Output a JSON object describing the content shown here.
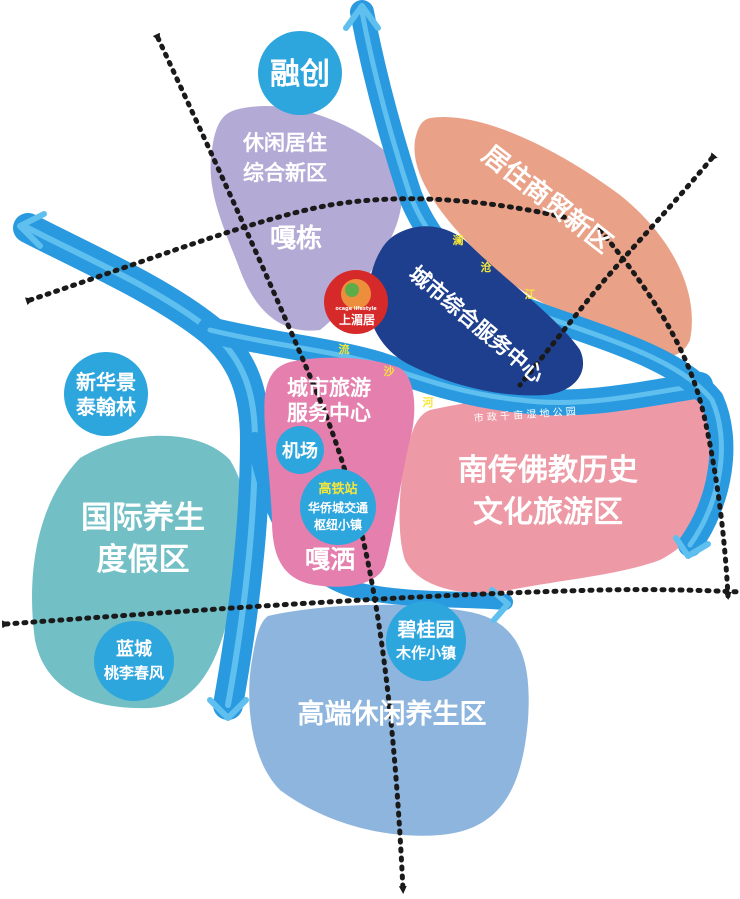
{
  "colors": {
    "river": "#2a9ae0",
    "river_light": "#5fc0ef",
    "purple_zone": "#b3aad6",
    "salmon_zone": "#e9a288",
    "navy_zone": "#1d3f8e",
    "pink_zone": "#e47fae",
    "rose_zone": "#ee9aa6",
    "teal_zone": "#72bfc6",
    "lightblue_zone": "#8db5de",
    "marker_blue": "#2da5dd",
    "marker_red": "#d62a2a",
    "road_dotted": "#1a1a1a",
    "label_white": "#ffffff",
    "label_yellow": "#f5e63a"
  },
  "markers": {
    "rongchuang": "融创",
    "xinhuajing_line1": "新华景",
    "xinhuajing_line2": "泰翰林",
    "airport": "机场",
    "hsr_line1": "高铁站",
    "hsr_line2": "华侨城交通",
    "hsr_line3": "枢纽小镇",
    "lancheng_line1": "蓝城",
    "lancheng_line2": "桃李春风",
    "biguiyuan_line1": "碧桂园",
    "biguiyuan_line2": "木作小镇",
    "logo_text": "上湄居",
    "logo_small": "ocage lifestyle"
  },
  "zones": {
    "leisure_line1": "休闲居住",
    "leisure_line2": "综合新区",
    "gadong": "嘎栋",
    "residential_commerce": "居住商贸新区",
    "city_service": "城市综合服务中心",
    "tourism_line1": "城市旅游",
    "tourism_line2": "服务中心",
    "gasa": "嘎洒",
    "buddhist_line1": "南传佛教历史",
    "buddhist_line2": "文化旅游区",
    "resort_line1": "国际养生",
    "resort_line2": "度假区",
    "highend": "高端休闲养生区"
  },
  "river_labels": {
    "lancang_1": "澜",
    "lancang_2": "沧",
    "lancang_3": "江",
    "liusha_1": "流",
    "liusha_2": "沙",
    "liusha_3": "河"
  },
  "road_label": "市 政 千 亩 湿 地 公 园"
}
